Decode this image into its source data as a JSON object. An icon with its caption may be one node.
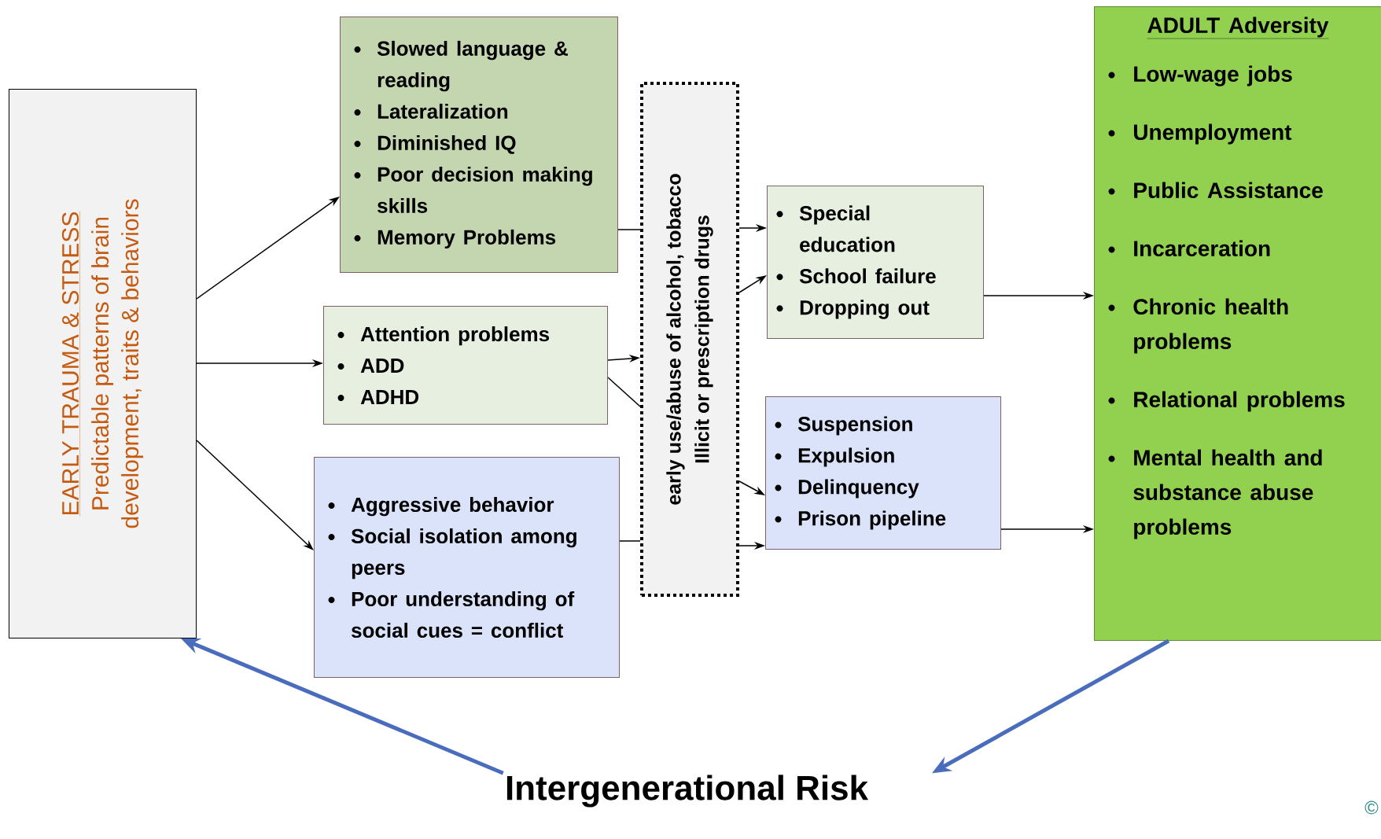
{
  "diagram": {
    "nodes": [
      {
        "text": [
          "EARLY TRAUMA & STRESS",
          "Predictable patterns of brain development, traits & behaviors"
        ]
      },
      {
        "text": [
          "Slowed language & reading",
          "Lateralization",
          "Diminished IQ",
          "Poor decision making skills",
          "Memory Problems"
        ]
      },
      {
        "text": [
          "Attention problems",
          "ADD",
          "ADHD"
        ]
      },
      {
        "text": [
          "Aggressive behavior",
          "Social isolation among peers",
          "Poor understanding of social cues = conflict"
        ]
      },
      {
        "text": [
          "early use/abuse of alcohol, tobacco Illicit or prescription drugs"
        ]
      },
      {
        "text": [
          "Special education",
          "School failure",
          "Dropping out"
        ]
      },
      {
        "text": [
          "Suspension",
          "Expulsion",
          "Delinquency",
          "Prison pipeline"
        ]
      },
      {
        "text": [
          "ADULT Adversity",
          "Low-wage jobs",
          "Unemployment",
          "Public Assistance",
          "Incarceration",
          "Chronic health problems",
          "Relational problems",
          "Mental health and substance abuse problems"
        ]
      },
      {
        "text": [
          "Intergenerational Risk"
        ]
      }
    ],
    "edges": [
      {
        "from": 0,
        "to": 1,
        "arrow": "to"
      },
      {
        "from": 0,
        "to": 2,
        "arrow": "to"
      },
      {
        "from": 0,
        "to": 3,
        "arrow": "to"
      },
      {
        "from": 1,
        "to": 4,
        "arrow": "none"
      },
      {
        "from": 2,
        "to": 4,
        "arrow": "to"
      },
      {
        "from": 2,
        "to": 4,
        "arrow": "none"
      },
      {
        "from": 3,
        "to": 4,
        "arrow": "none"
      },
      {
        "from": 4,
        "to": 5,
        "arrow": "to"
      },
      {
        "from": 4,
        "to": 5,
        "arrow": "to"
      },
      {
        "from": 4,
        "to": 6,
        "arrow": "to"
      },
      {
        "from": 4,
        "to": 6,
        "arrow": "to"
      },
      {
        "from": 5,
        "to": 7,
        "arrow": "to"
      },
      {
        "from": 6,
        "to": 7,
        "arrow": "to"
      },
      {
        "from": 7,
        "to": 8,
        "arrow": "to",
        "style": "thick",
        "color": "#4a6cbd"
      },
      {
        "from": 8,
        "to": 0,
        "arrow": "to",
        "style": "thick",
        "color": "#4a6cbd"
      }
    ],
    "labels": [
      "©"
    ]
  }
}
